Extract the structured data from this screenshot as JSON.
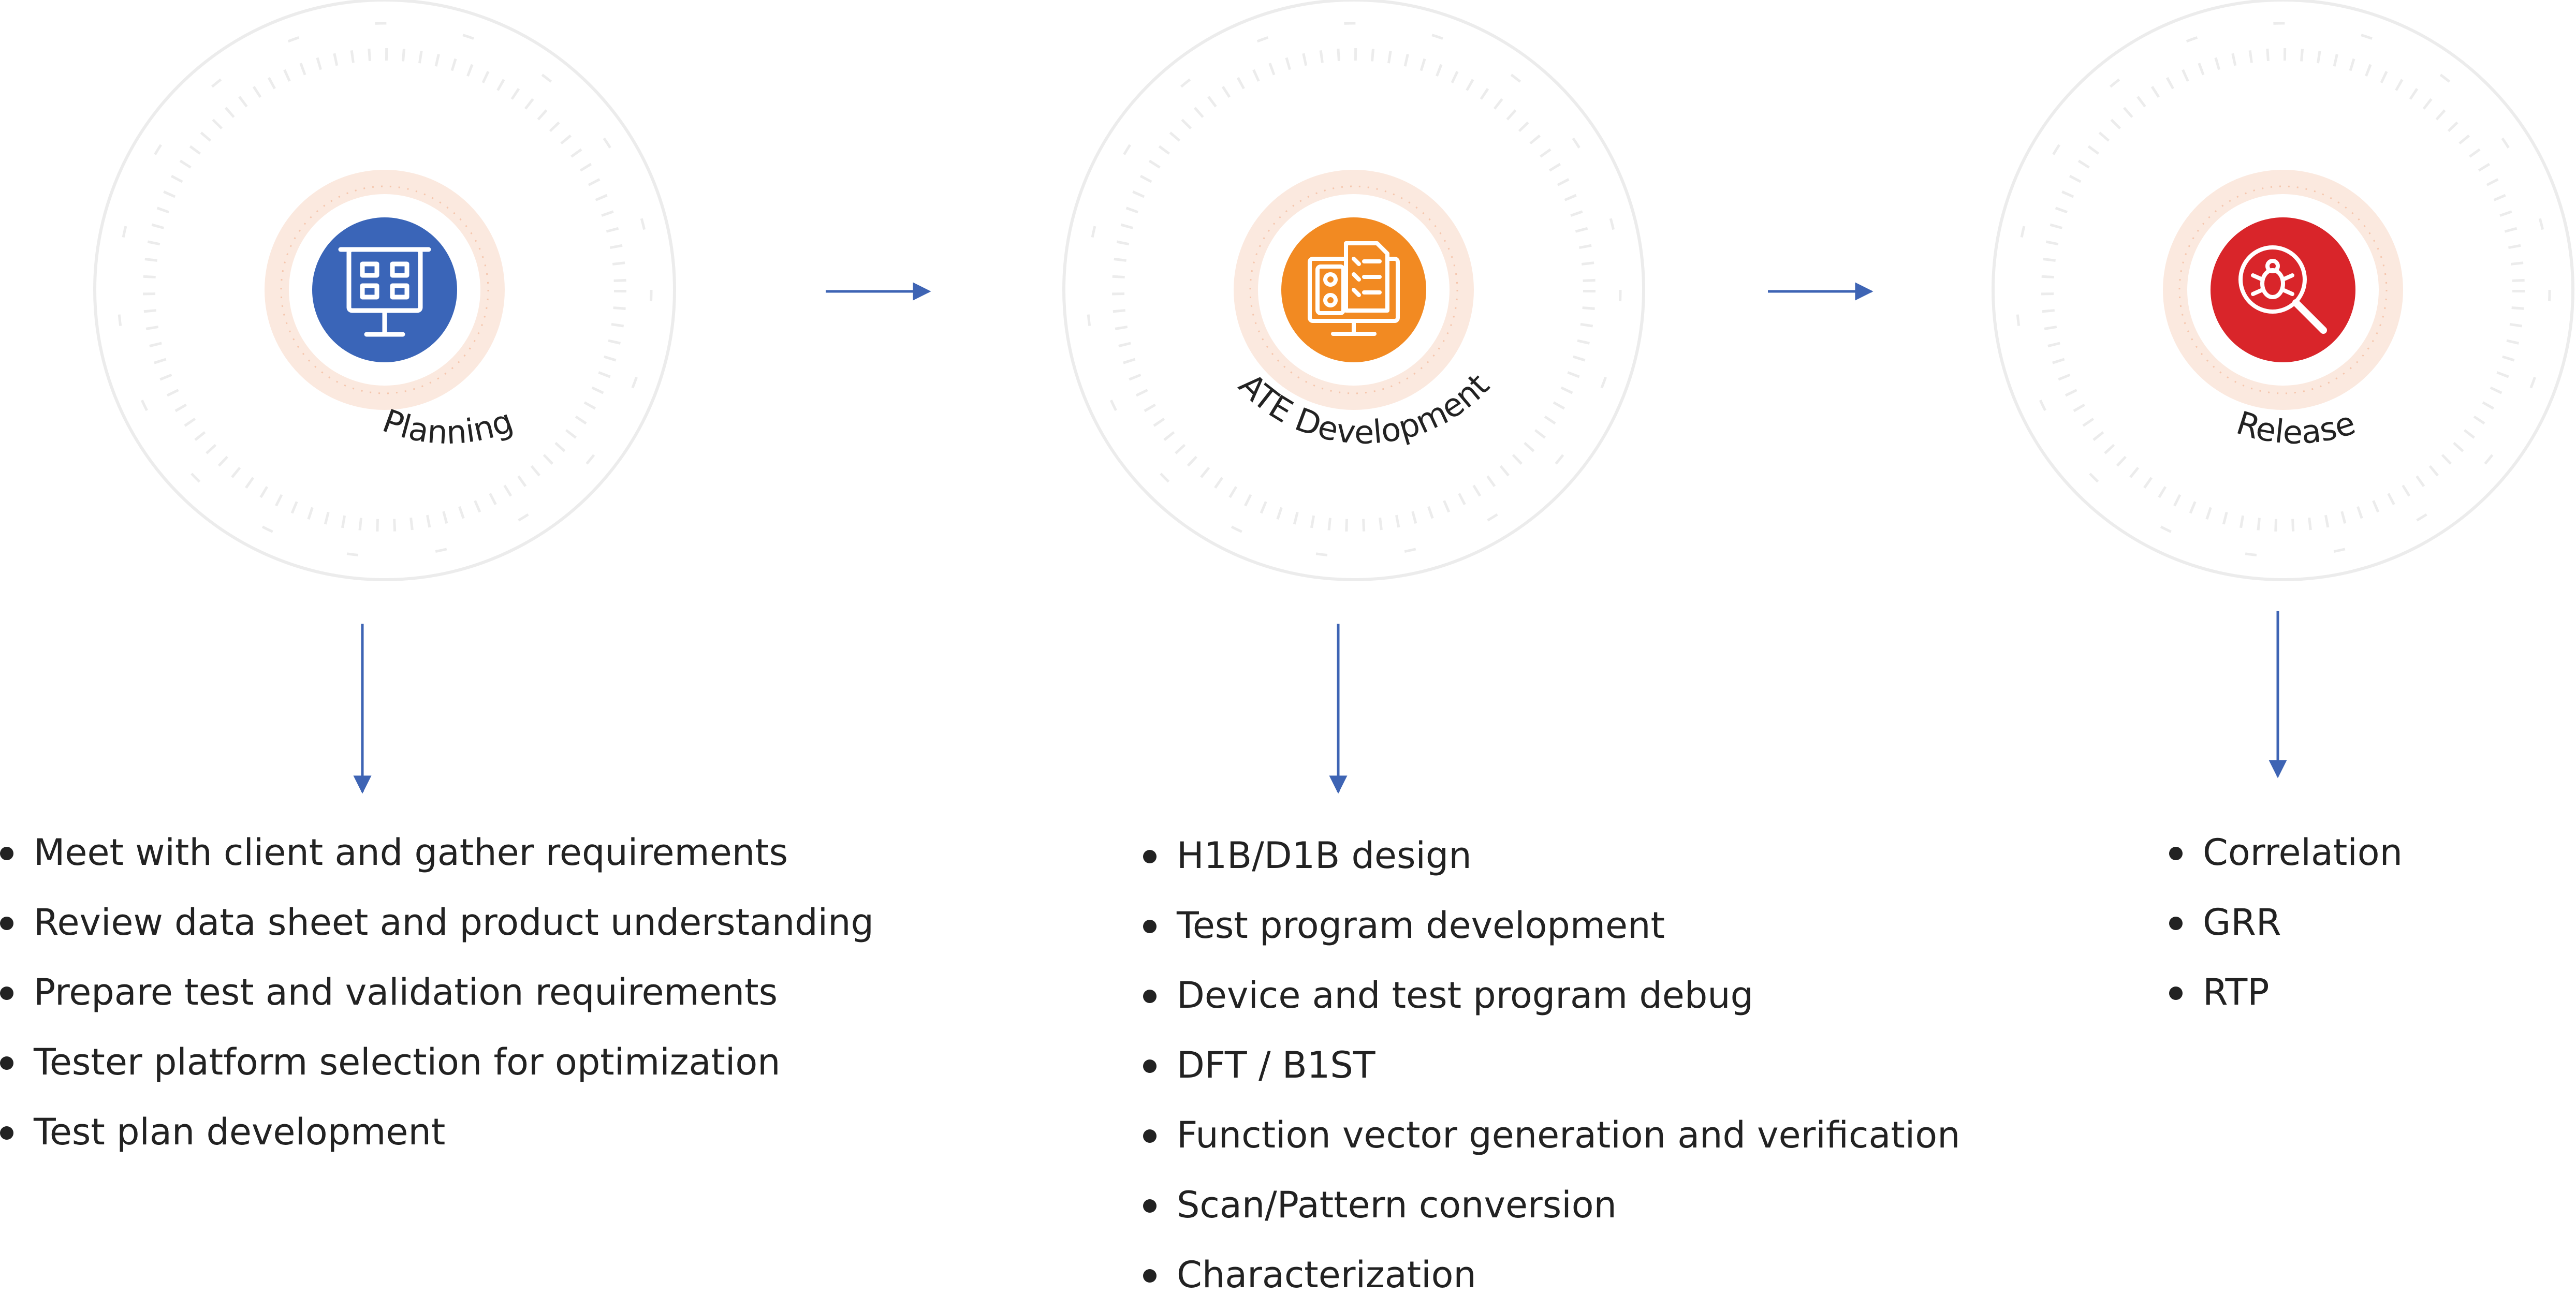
{
  "stages": [
    {
      "label": "Planning",
      "icon": "presentation-board-icon",
      "color": "#3a65b8",
      "items": [
        "Meet with client and gather requirements",
        "Review data sheet and product understanding",
        "Prepare test and validation requirements",
        "Tester platform selection for optimization",
        "Test plan development"
      ]
    },
    {
      "label": "ATE Development",
      "icon": "monitor-checklist-icon",
      "color": "#f28a22",
      "items": [
        "H1B/D1B design",
        "Test program development",
        "Device and test program debug",
        "DFT / B1ST",
        "Function vector generation and verification",
        "Scan/Pattern conversion",
        "Characterization"
      ]
    },
    {
      "label": "Release",
      "icon": "bug-search-icon",
      "color": "#d9252a",
      "items": [
        "Correlation",
        "GRR",
        "RTP"
      ]
    }
  ],
  "colors": {
    "arrow": "#3e64b4",
    "halo": "#fbe9df",
    "ring": "#ececec",
    "text": "#222222"
  }
}
